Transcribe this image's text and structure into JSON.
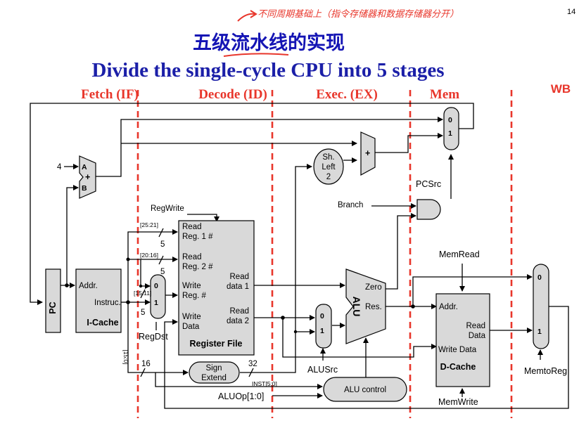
{
  "page_number": "14",
  "note_handwritten": "不同周期基础上（指令存储器和数据存储器分开）",
  "title_cn": "五级流水线的实现",
  "title_en": "Divide the single-cycle CPU into 5 stages",
  "stages": [
    "Fetch (IF)",
    "Decode (ID)",
    "Exec. (EX)",
    "Mem",
    "WB"
  ],
  "components": {
    "pc": "PC",
    "icache": {
      "name": "I-Cache",
      "addr": "Addr.",
      "instr": "Instruc."
    },
    "adder_pc": {
      "a": "A",
      "b": "B",
      "plus": "+",
      "const": "4"
    },
    "shift_left": [
      "Sh.",
      "Left",
      "2"
    ],
    "adder_branch": "+",
    "register_file": {
      "name": "Register File",
      "read_reg1": [
        "Read",
        "Reg. 1 #"
      ],
      "read_reg2": [
        "Read",
        "Reg. 2 #"
      ],
      "write_reg": [
        "Write",
        "Reg. #"
      ],
      "write_data": [
        "Write",
        "Data"
      ],
      "read_data1": [
        "Read",
        "data 1"
      ],
      "read_data2": [
        "Read",
        "data 2"
      ]
    },
    "alu": {
      "name": "ALU",
      "zero": "Zero",
      "res": "Res."
    },
    "dcache": {
      "name": "D-Cache",
      "addr": "Addr.",
      "read_data": [
        "Read",
        "Data"
      ],
      "write_data": "Write  Data"
    },
    "sign_extend": [
      "Sign",
      "Extend"
    ],
    "alu_control": "ALU control",
    "mux_labels": {
      "zero": "0",
      "one": "1"
    }
  },
  "signals": {
    "reg_write": "RegWrite",
    "reg_dst": "RegDst",
    "alu_src": "ALUSrc",
    "pc_src": "PCSrc",
    "branch": "Branch",
    "mem_read": "MemRead",
    "mem_write": "MemWrite",
    "memto_reg": "MemtoReg",
    "alu_op": "ALUOp[1:0]",
    "inst_5_0": "INST[5:0]"
  },
  "bus_labels": {
    "f25_21": "[25:21]",
    "f20_16": "[20:16]",
    "f15_11": "[15:11]",
    "f15_0": "[15:0]",
    "w5a": "5",
    "w5b": "5",
    "w5c": "5",
    "w16": "16",
    "w32": "32"
  }
}
